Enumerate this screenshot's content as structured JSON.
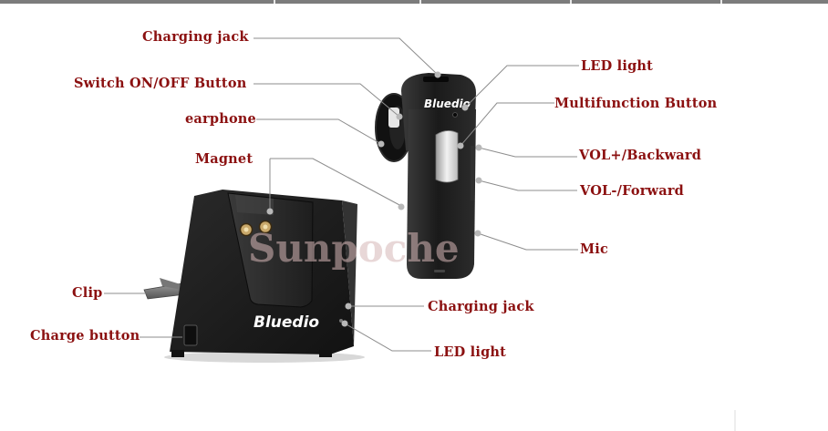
{
  "labels": {
    "charging_jack_top": "Charging jack",
    "switch_button": "Switch ON/OFF Button",
    "earphone": "earphone",
    "magnet": "Magnet",
    "led_light_top": "LED light",
    "multifunction_button": "Multifunction Button",
    "vol_plus": "VOL+/Backward",
    "vol_minus": "VOL-/Forward",
    "mic": "Mic",
    "clip": "Clip",
    "charge_button": "Charge button",
    "charging_jack_bottom": "Charging jack",
    "led_light_bottom": "LED light"
  },
  "brand": {
    "headset_logo": "Bluedio",
    "dock_logo": "Bluedio",
    "watermark": "Sunpoche"
  },
  "colors": {
    "label_text": "#8b1010",
    "leader_line": "#8c8c8c",
    "device_body": "#1c1c1c"
  }
}
